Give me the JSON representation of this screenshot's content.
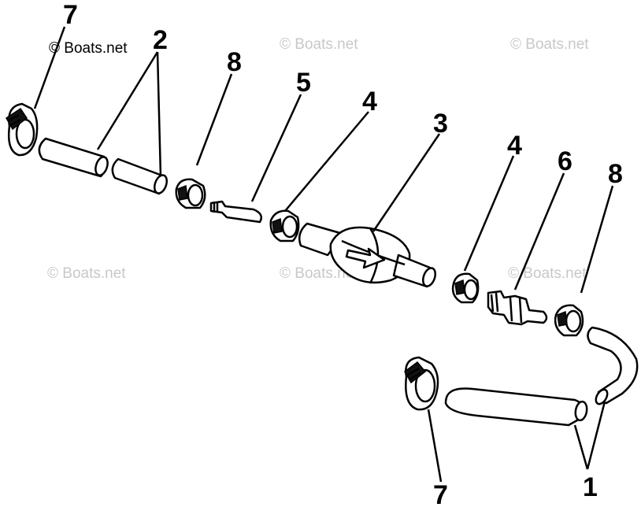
{
  "watermarks": {
    "main": "© Boats.net",
    "faint": "© Boats.net"
  },
  "callouts": {
    "c7_top": "7",
    "c2": "2",
    "c8_left": "8",
    "c5": "5",
    "c4_left": "4",
    "c3": "3",
    "c4_right": "4",
    "c6": "6",
    "c8_right": "8",
    "c7_bottom": "7",
    "c1": "1"
  },
  "icons": {
    "arrow": "flow-direction-arrow-icon"
  }
}
